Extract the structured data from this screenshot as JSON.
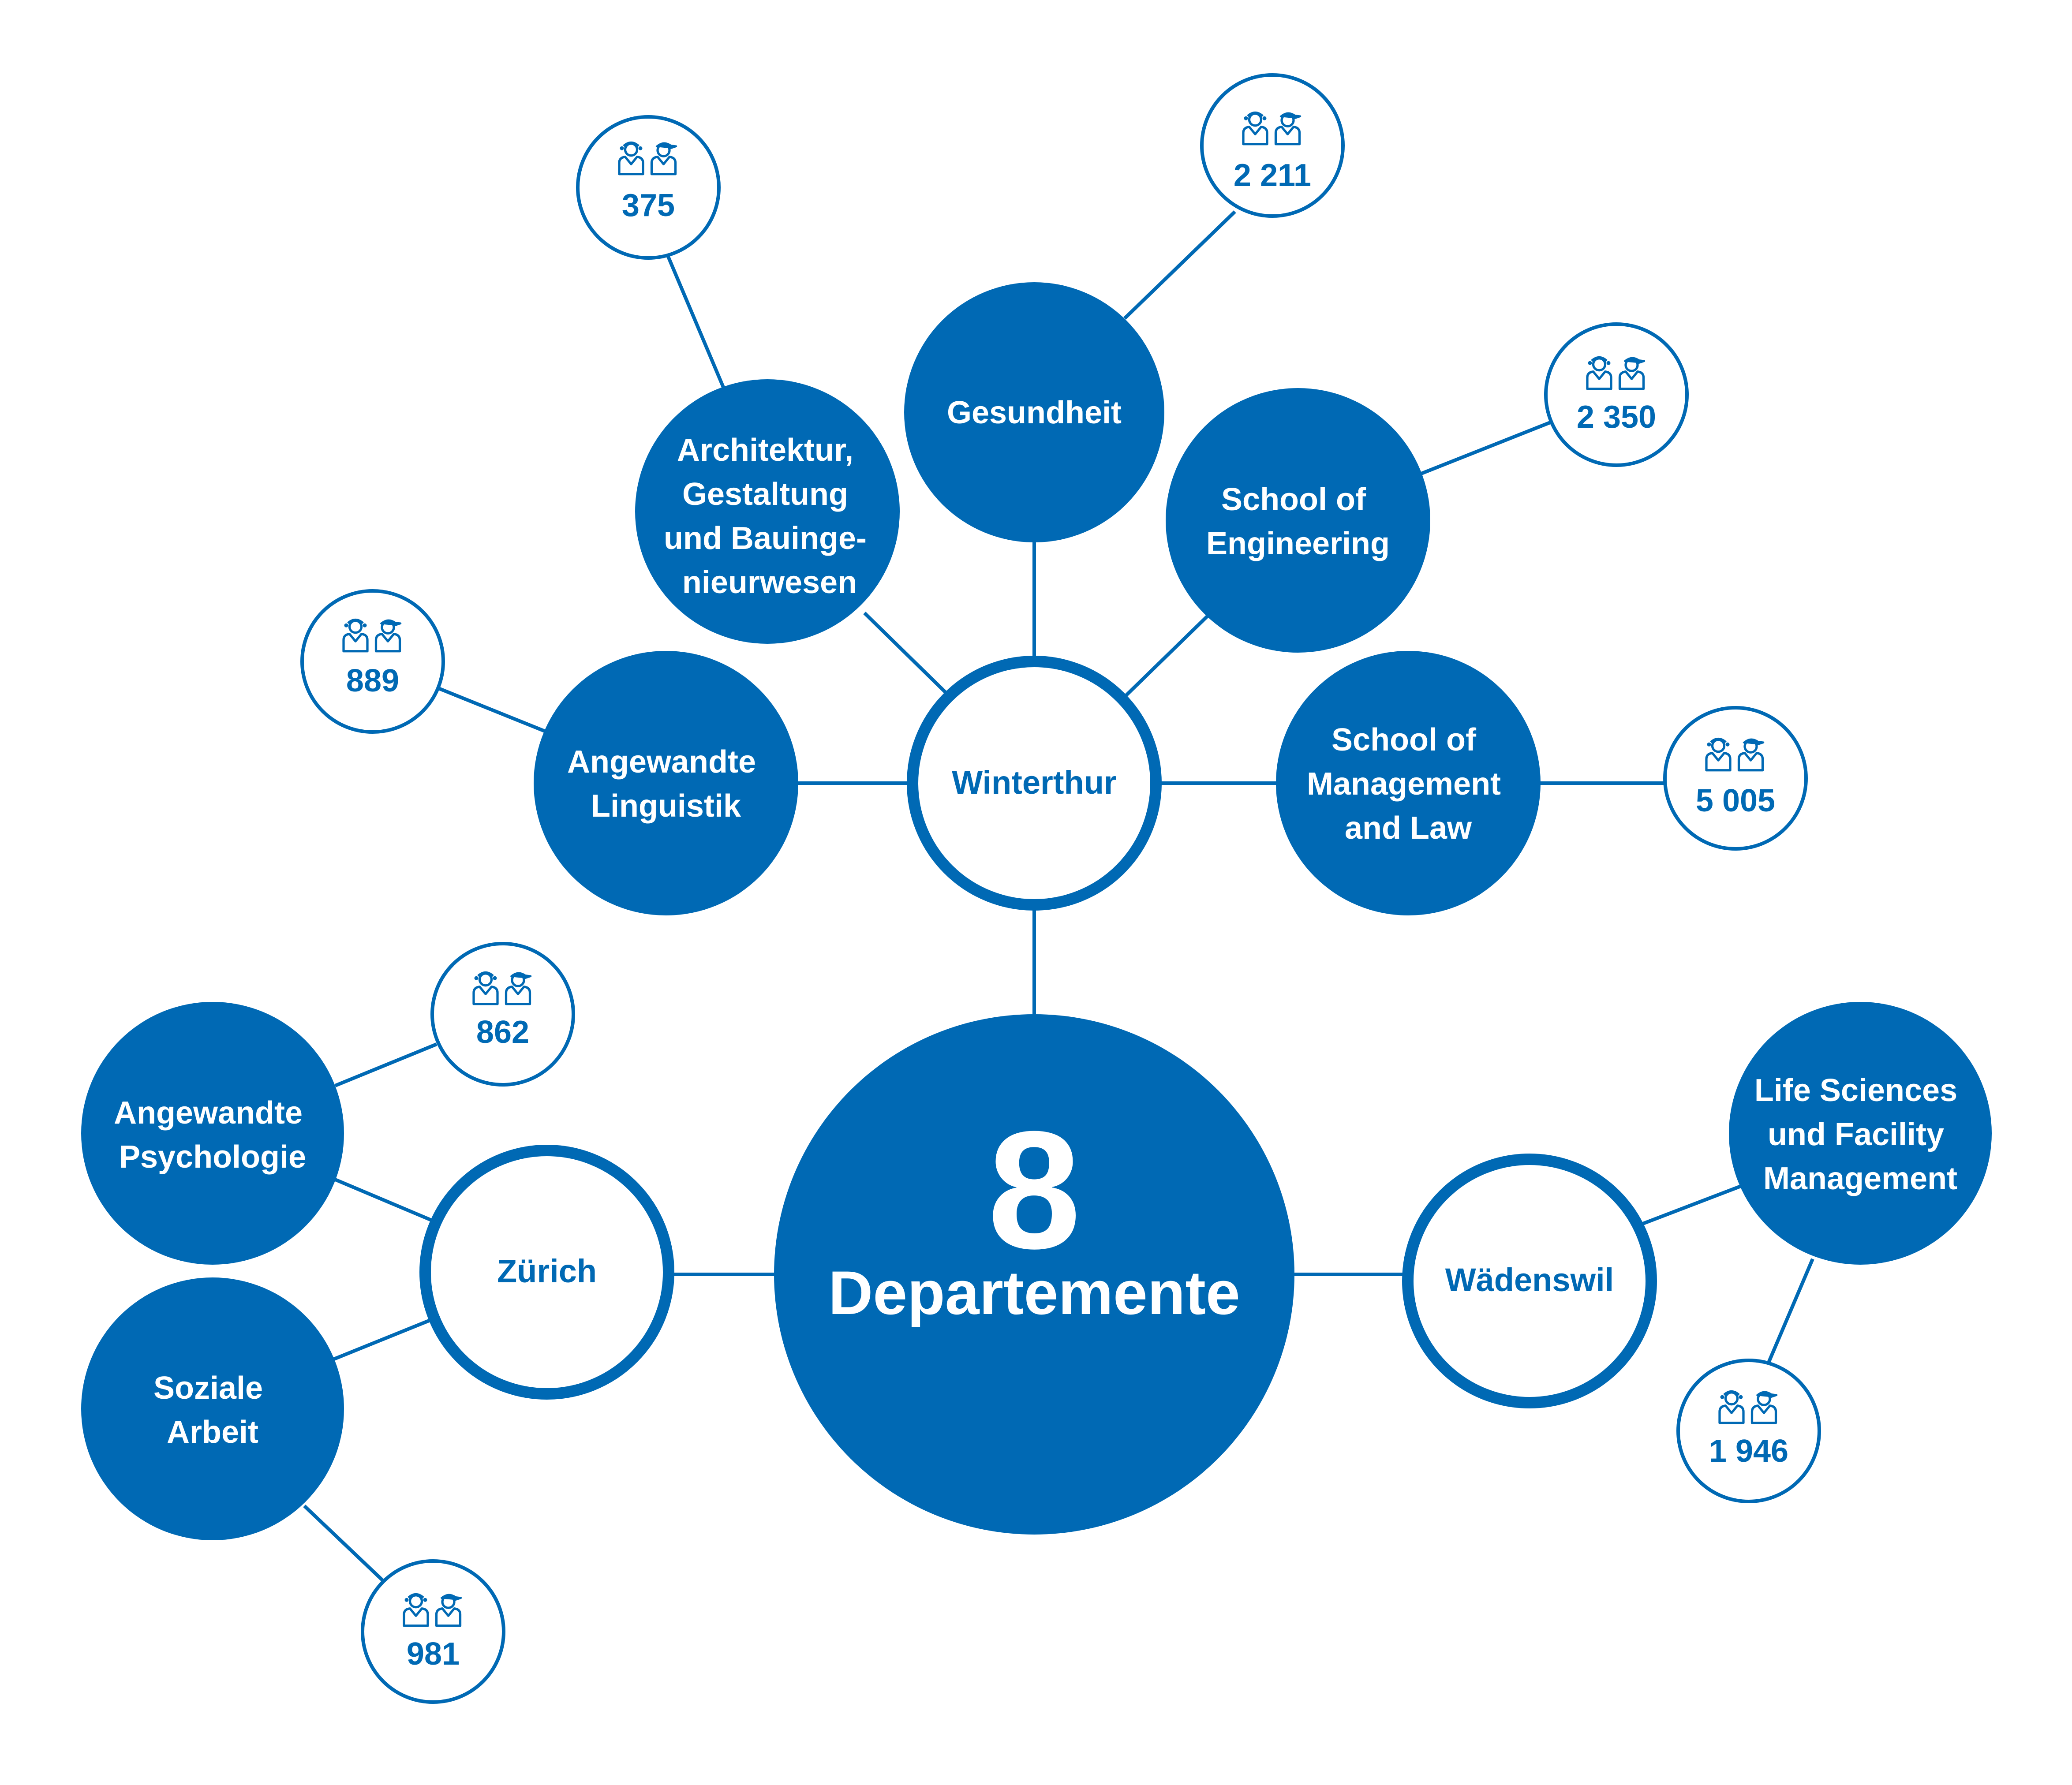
{
  "colors": {
    "primary": "#0069b4",
    "background": "#ffffff"
  },
  "hub": {
    "count": "8",
    "label": "Departemente"
  },
  "locations": {
    "winterthur": "Winterthur",
    "zurich": "Zürich",
    "wadenswil": "Wädenswil"
  },
  "departments": {
    "architektur": [
      "Architektur,",
      "Gestaltung",
      "und Bauinge-",
      "nieurwesen"
    ],
    "gesundheit": [
      "Gesundheit"
    ],
    "engineering": [
      "School of",
      "Engineering"
    ],
    "linguistik": [
      "Angewandte",
      "Linguistik"
    ],
    "management": [
      "School of",
      "Management",
      "and Law"
    ],
    "psychologie": [
      "Angewandte",
      "Psychologie"
    ],
    "soziale": [
      "Soziale",
      "Arbeit"
    ],
    "lifesciences": [
      "Life Sciences",
      "und Facility",
      "Management"
    ]
  },
  "student_counts": {
    "architektur": "375",
    "gesundheit": "2 211",
    "engineering": "2 350",
    "linguistik": "889",
    "management": "5 005",
    "psychologie": "862",
    "soziale": "981",
    "lifesciences": "1 946"
  },
  "icons": {
    "students": "students-icon"
  }
}
